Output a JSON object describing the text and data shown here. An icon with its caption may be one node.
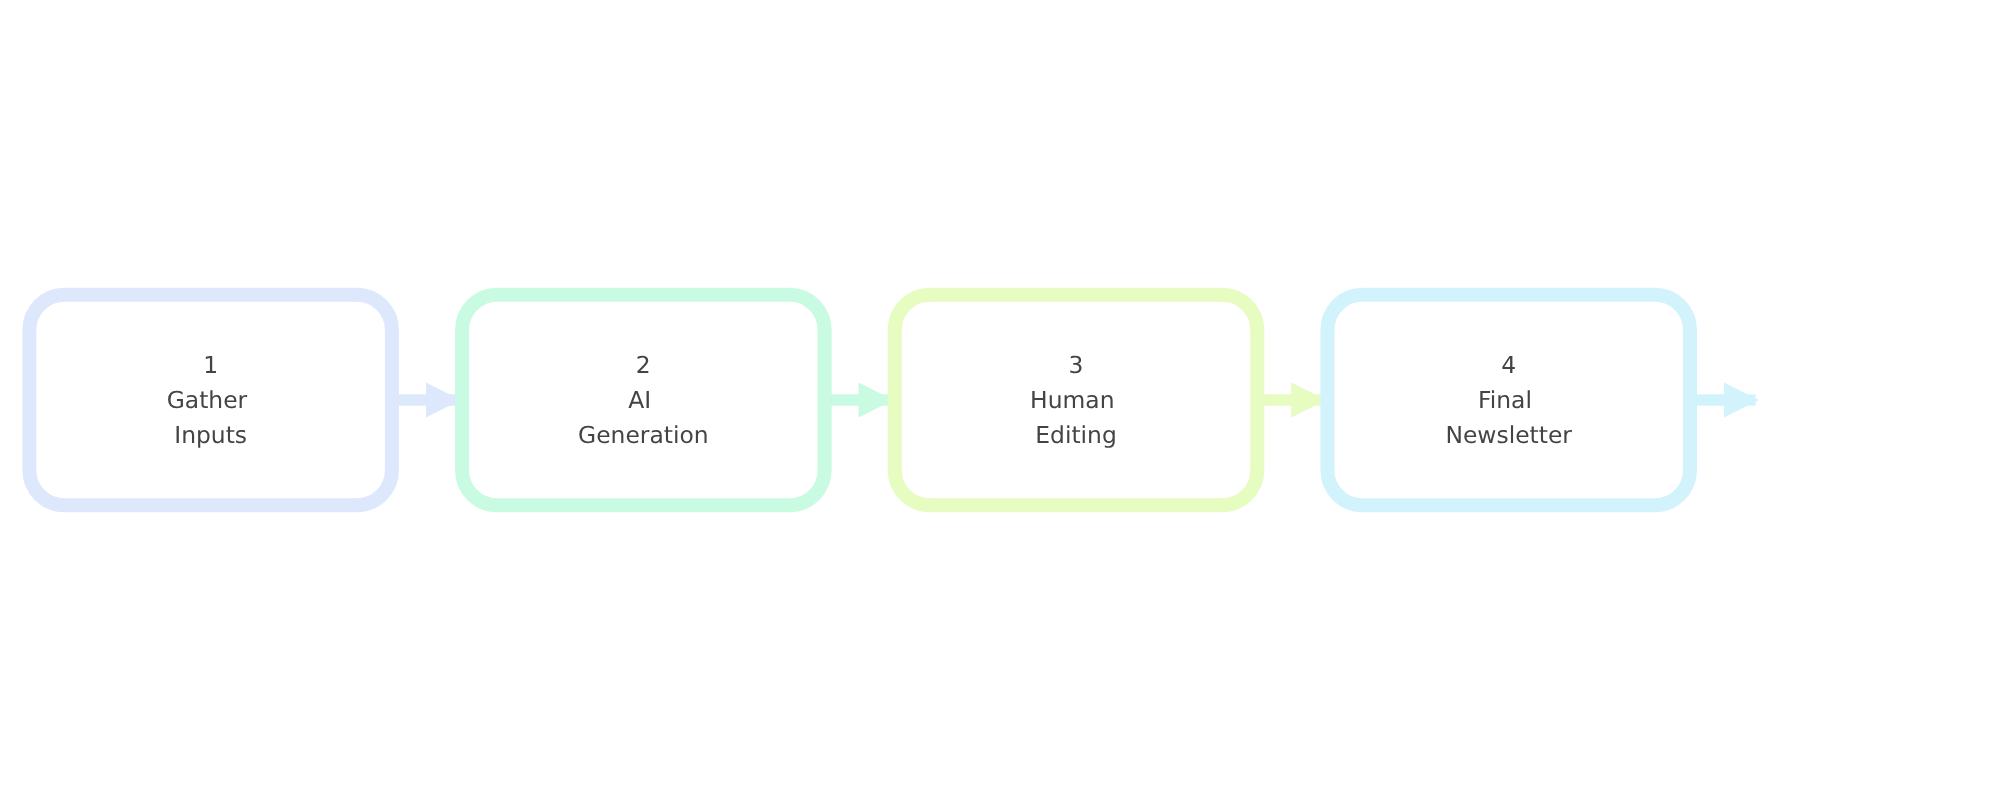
{
  "diagram": {
    "nodes": [
      {
        "text": [
          "1",
          "Gather Inputs"
        ]
      },
      {
        "text": [
          "2",
          "AI Generation"
        ]
      },
      {
        "text": [
          "3",
          "Human Editing"
        ]
      },
      {
        "text": [
          "4",
          "Final Newsletter"
        ]
      }
    ],
    "edges": [
      {
        "from": 0,
        "to": 1,
        "arrow": "to",
        "color": "#dde8fd"
      },
      {
        "from": 1,
        "to": 2,
        "arrow": "to",
        "color": "#c9fbe3"
      },
      {
        "from": 2,
        "to": 3,
        "arrow": "to",
        "color": "#e6fcc0"
      },
      {
        "from": 3,
        "to": null,
        "arrow": "to",
        "color": "#d3f3fc"
      }
    ]
  }
}
